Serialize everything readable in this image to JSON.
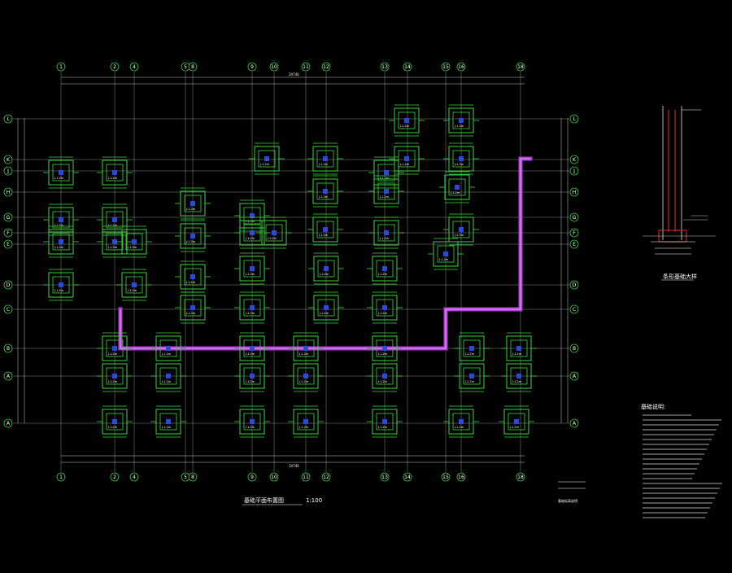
{
  "drawing": {
    "plan_title": "基础平面布置图",
    "plan_scale": "1:100",
    "section_title": "条形基础大样",
    "notes_title": "基础说明:",
    "top_overall_dim": "34740",
    "bottom_overall_dim": "34740",
    "small_label": "基础标高说明"
  },
  "grid": {
    "columns": [
      "1",
      "2",
      "4",
      "5",
      "8",
      "9",
      "10",
      "11",
      "12",
      "13",
      "14",
      "15",
      "16",
      "18"
    ],
    "rows": [
      "L",
      "K",
      "J",
      "H",
      "G",
      "F",
      "E",
      "D",
      "C",
      "B",
      "A",
      "A"
    ]
  },
  "footing_tag": "J-1.2m",
  "colors": {
    "grid": "#ffffff",
    "footing": "#39d839",
    "column": "#2a4bd7",
    "beam": "#b03fd8"
  }
}
